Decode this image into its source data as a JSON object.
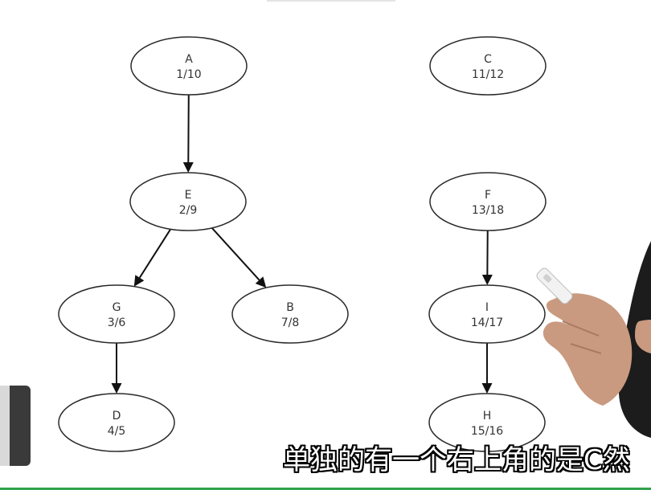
{
  "graph": {
    "nodes": [
      {
        "id": "A",
        "name": "A",
        "times": "1/10"
      },
      {
        "id": "C",
        "name": "C",
        "times": "11/12"
      },
      {
        "id": "E",
        "name": "E",
        "times": "2/9"
      },
      {
        "id": "F",
        "name": "F",
        "times": "13/18"
      },
      {
        "id": "G",
        "name": "G",
        "times": "3/6"
      },
      {
        "id": "B",
        "name": "B",
        "times": "7/8"
      },
      {
        "id": "I",
        "name": "I",
        "times": "14/17"
      },
      {
        "id": "D",
        "name": "D",
        "times": "4/5"
      },
      {
        "id": "H",
        "name": "H",
        "times": "15/16"
      }
    ],
    "edges": [
      {
        "from": "A",
        "to": "E"
      },
      {
        "from": "E",
        "to": "G"
      },
      {
        "from": "E",
        "to": "B"
      },
      {
        "from": "G",
        "to": "D"
      },
      {
        "from": "F",
        "to": "I"
      },
      {
        "from": "I",
        "to": "H"
      }
    ]
  },
  "subtitle": {
    "text": "单独的有一个右上角的是C然"
  },
  "colors": {
    "subtitle_text": "#ffffff",
    "subtitle_outline": "#000000",
    "bottom_line": "#2fa24a"
  }
}
